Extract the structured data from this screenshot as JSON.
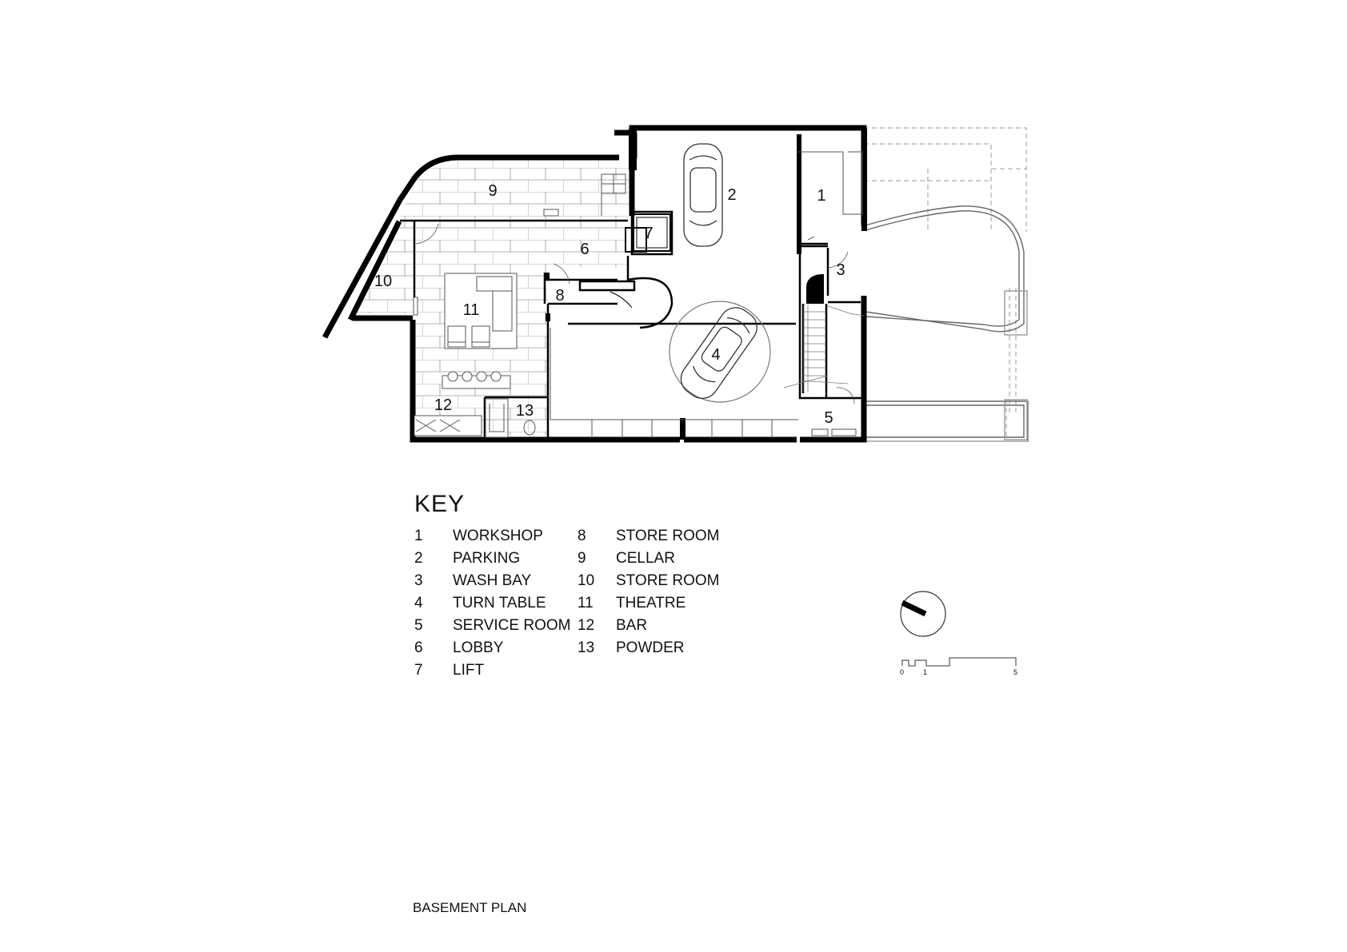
{
  "plan": {
    "caption": "BASEMENT PLAN",
    "room_labels": [
      {
        "num": "1",
        "room": "workshop"
      },
      {
        "num": "2",
        "room": "parking"
      },
      {
        "num": "3",
        "room": "wash-bay"
      },
      {
        "num": "4",
        "room": "turn-table"
      },
      {
        "num": "5",
        "room": "service-room"
      },
      {
        "num": "6",
        "room": "lobby"
      },
      {
        "num": "7",
        "room": "lift"
      },
      {
        "num": "8",
        "room": "store-room"
      },
      {
        "num": "9",
        "room": "cellar"
      },
      {
        "num": "10",
        "room": "store-room-2"
      },
      {
        "num": "11",
        "room": "theatre"
      },
      {
        "num": "12",
        "room": "bar"
      },
      {
        "num": "13",
        "room": "powder"
      }
    ]
  },
  "key": {
    "title": "KEY",
    "items": [
      {
        "num": "1",
        "label": "WORKSHOP"
      },
      {
        "num": "2",
        "label": "PARKING"
      },
      {
        "num": "3",
        "label": "WASH BAY"
      },
      {
        "num": "4",
        "label": "TURN TABLE"
      },
      {
        "num": "5",
        "label": "SERVICE ROOM"
      },
      {
        "num": "6",
        "label": "LOBBY"
      },
      {
        "num": "7",
        "label": "LIFT"
      },
      {
        "num": "8",
        "label": "STORE ROOM"
      },
      {
        "num": "9",
        "label": "CELLAR"
      },
      {
        "num": "10",
        "label": "STORE ROOM"
      },
      {
        "num": "11",
        "label": "THEATRE"
      },
      {
        "num": "12",
        "label": "BAR"
      },
      {
        "num": "13",
        "label": "POWDER"
      }
    ]
  },
  "scale_bar": {
    "labels": [
      "0",
      "1",
      "5"
    ]
  },
  "north_arrow": {
    "icon": "north-arrow-icon"
  }
}
